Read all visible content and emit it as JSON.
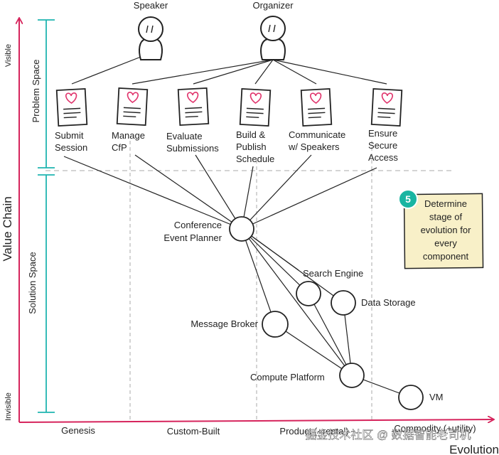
{
  "axes": {
    "y_title": "Value Chain",
    "x_title": "Evolution",
    "visible_label": "Visible",
    "invisible_label": "Invisible",
    "problem_space": "Problem Space",
    "solution_space": "Solution Space",
    "stages": [
      "Genesis",
      "Custom-Built",
      "Product (+rental)",
      "Commodity (+utility)"
    ]
  },
  "users": [
    {
      "id": "speaker",
      "label": "Speaker"
    },
    {
      "id": "organizer",
      "label": "Organizer"
    }
  ],
  "needs": [
    {
      "id": "submit",
      "lines": [
        "Submit",
        "Session"
      ]
    },
    {
      "id": "manage",
      "lines": [
        "Manage",
        "CfP"
      ]
    },
    {
      "id": "evaluate",
      "lines": [
        "Evaluate",
        "Submissions"
      ]
    },
    {
      "id": "build",
      "lines": [
        "Build &",
        "Publish",
        "Schedule"
      ]
    },
    {
      "id": "communicate",
      "lines": [
        "Communicate",
        "w/ Speakers"
      ]
    },
    {
      "id": "ensure",
      "lines": [
        "Ensure",
        "Secure",
        "Access"
      ]
    }
  ],
  "components": [
    {
      "id": "planner",
      "lines": [
        "Conference",
        "Event Planner"
      ]
    },
    {
      "id": "search",
      "lines": [
        "Search Engine"
      ]
    },
    {
      "id": "storage",
      "lines": [
        "Data Storage"
      ]
    },
    {
      "id": "broker",
      "lines": [
        "Message Broker"
      ]
    },
    {
      "id": "compute",
      "lines": [
        "Compute Platform"
      ]
    },
    {
      "id": "vm",
      "lines": [
        "VM"
      ]
    }
  ],
  "note": {
    "number": "5",
    "lines": [
      "Determine",
      "stage of",
      "evolution for",
      "every",
      "component"
    ]
  },
  "watermark": "掘金技术社区 @ 数据智能老司机",
  "colors": {
    "axis": "#d6245c",
    "bracket": "#1fb5b0",
    "note_bg": "#f8f0c8",
    "badge": "#19b5a2",
    "heart": "#e0346c",
    "ink": "#222222"
  }
}
